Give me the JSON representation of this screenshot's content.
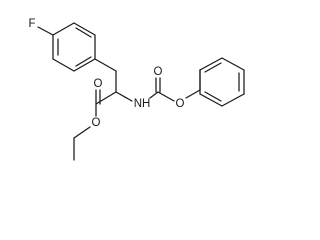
{
  "molecule": {
    "atoms": {
      "fluorine": "F",
      "carbonyl_oxygen_ester": "O",
      "ester_oxygen": "O",
      "amine": "NH",
      "carbamate_carbonyl_oxygen": "O",
      "carbamate_ester_oxygen": "O"
    }
  }
}
